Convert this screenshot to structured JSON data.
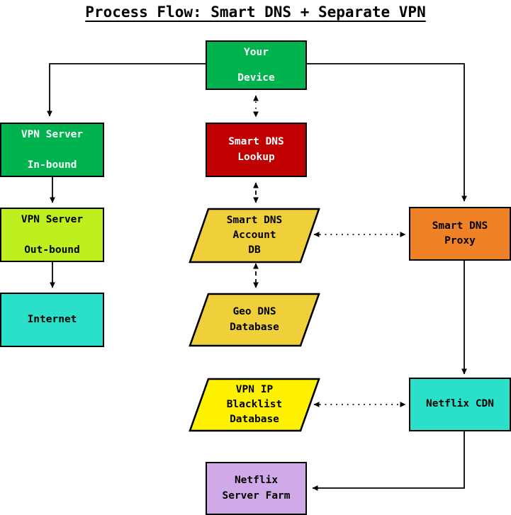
{
  "diagram": {
    "title": "Process Flow: Smart DNS + Separate VPN",
    "type": "flowchart",
    "colors": {
      "green": "#00B34F",
      "chartreuse": "#BFEF1E",
      "turquoise": "#2BE0CA",
      "dark_red": "#C00000",
      "gold": "#EFD03A",
      "yellow": "#FFF200",
      "orange": "#EF8127",
      "purple": "#D0AAE8",
      "stroke": "#000000",
      "background": "#FFFFFF"
    },
    "nodes": [
      {
        "id": "your-device",
        "label_lines": [
          "Your",
          "Device"
        ],
        "shape": "rectangle",
        "fill": "#00B34F",
        "text_color": "#FFFFFF"
      },
      {
        "id": "vpn-server-inbound",
        "label_lines": [
          "VPN Server",
          "In-bound"
        ],
        "shape": "rectangle",
        "fill": "#00B34F",
        "text_color": "#FFFFFF"
      },
      {
        "id": "vpn-server-outbound",
        "label_lines": [
          "VPN Server",
          "Out-bound"
        ],
        "shape": "rectangle",
        "fill": "#BFEF1E",
        "text_color": "#000000"
      },
      {
        "id": "internet",
        "label_lines": [
          "Internet"
        ],
        "shape": "rectangle",
        "fill": "#2BE0CA",
        "text_color": "#000000"
      },
      {
        "id": "smart-dns-lookup",
        "label_lines": [
          "Smart DNS",
          "Lookup"
        ],
        "shape": "rectangle",
        "fill": "#C00000",
        "text_color": "#FFFFFF"
      },
      {
        "id": "smart-dns-account-db",
        "label_lines": [
          "Smart DNS",
          "Account",
          "DB"
        ],
        "shape": "parallelogram",
        "fill": "#EFD03A",
        "text_color": "#000000"
      },
      {
        "id": "geo-dns-database",
        "label_lines": [
          "Geo DNS",
          "Database"
        ],
        "shape": "parallelogram",
        "fill": "#EFD03A",
        "text_color": "#000000"
      },
      {
        "id": "vpn-ip-blacklist-database",
        "label_lines": [
          "VPN IP",
          "Blacklist",
          "Database"
        ],
        "shape": "parallelogram",
        "fill": "#FFF200",
        "text_color": "#000000"
      },
      {
        "id": "smart-dns-proxy",
        "label_lines": [
          "Smart DNS",
          "Proxy"
        ],
        "shape": "rectangle",
        "fill": "#EF8127",
        "text_color": "#000000"
      },
      {
        "id": "netflix-cdn",
        "label_lines": [
          "Netflix CDN"
        ],
        "shape": "rectangle",
        "fill": "#2BE0CA",
        "text_color": "#000000"
      },
      {
        "id": "netflix-server-farm",
        "label_lines": [
          "Netflix",
          "Server Farm"
        ],
        "shape": "rectangle",
        "fill": "#D0AAE8",
        "text_color": "#000000"
      }
    ],
    "edges": [
      {
        "id": "device-to-vpn-inbound",
        "from": "your-device",
        "to": "vpn-server-inbound",
        "style": "solid",
        "arrows": "single"
      },
      {
        "id": "vpn-inbound-to-vpn-outbound",
        "from": "vpn-server-inbound",
        "to": "vpn-server-outbound",
        "style": "solid",
        "arrows": "single"
      },
      {
        "id": "vpn-outbound-to-internet",
        "from": "vpn-server-outbound",
        "to": "internet",
        "style": "solid",
        "arrows": "single"
      },
      {
        "id": "device-to-dns-lookup",
        "from": "your-device",
        "to": "smart-dns-lookup",
        "style": "dotted",
        "arrows": "double"
      },
      {
        "id": "dns-lookup-to-account-db",
        "from": "smart-dns-lookup",
        "to": "smart-dns-account-db",
        "style": "dashed",
        "arrows": "double"
      },
      {
        "id": "account-db-to-geo-dns",
        "from": "smart-dns-account-db",
        "to": "geo-dns-database",
        "style": "dashed",
        "arrows": "double"
      },
      {
        "id": "account-db-to-dns-proxy",
        "from": "smart-dns-account-db",
        "to": "smart-dns-proxy",
        "style": "dotted",
        "arrows": "double"
      },
      {
        "id": "device-to-dns-proxy",
        "from": "your-device",
        "to": "smart-dns-proxy",
        "style": "solid",
        "arrows": "single"
      },
      {
        "id": "dns-proxy-to-netflix-cdn",
        "from": "smart-dns-proxy",
        "to": "netflix-cdn",
        "style": "solid",
        "arrows": "single"
      },
      {
        "id": "blacklist-to-netflix-cdn",
        "from": "vpn-ip-blacklist-database",
        "to": "netflix-cdn",
        "style": "dotted",
        "arrows": "double"
      },
      {
        "id": "netflix-cdn-to-server-farm",
        "from": "netflix-cdn",
        "to": "netflix-server-farm",
        "style": "solid",
        "arrows": "single"
      }
    ]
  }
}
